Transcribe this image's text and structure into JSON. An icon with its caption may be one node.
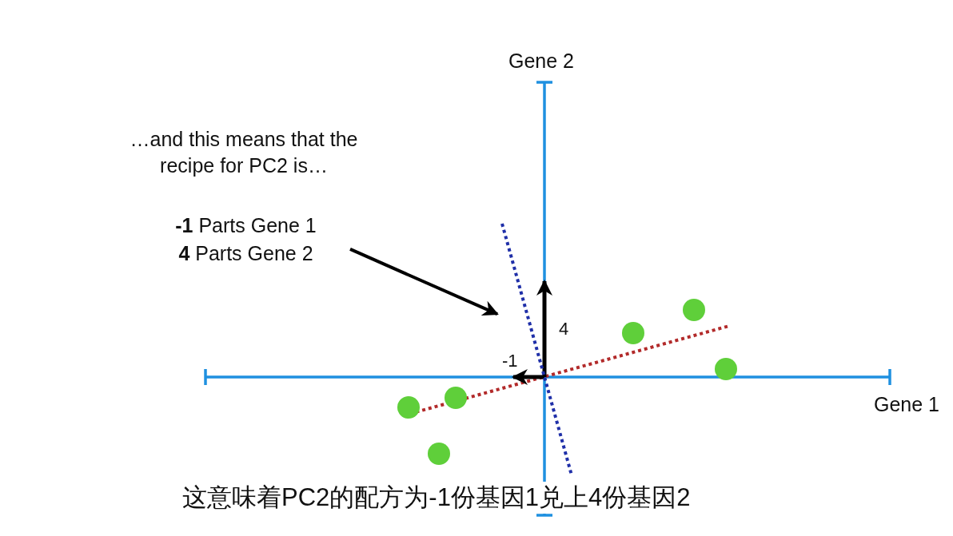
{
  "diagram": {
    "caption": "这意味着PC2的配方为-1份基因1兑上4份基因2",
    "nodes": [
      {
        "text": [
          "**-1** Parts Gene 1",
          "**4** Parts Gene 2"
        ]
      },
      {
        "text": [],
        "shape": "line"
      }
    ],
    "edges": [
      {
        "from": 0,
        "to": 1,
        "arrow": "to"
      }
    ],
    "labels": [
      "Gene 2",
      "…and this means that the recipe for PC2 is…",
      "4",
      "-1",
      "Gene 1"
    ]
  }
}
